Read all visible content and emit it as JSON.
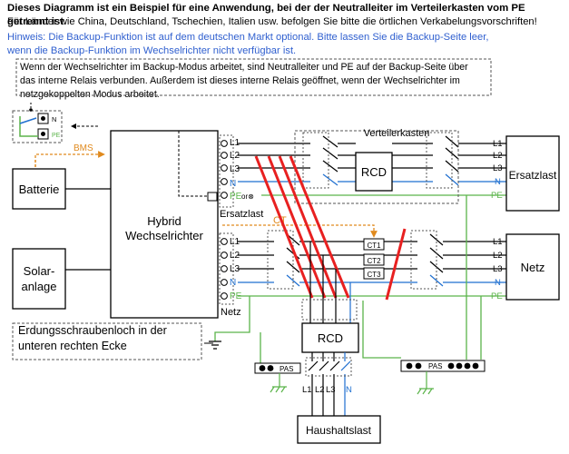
{
  "header": {
    "line1": "Dieses Diagramm ist ein Beispiel für eine Anwendung, bei der der Neutralleiter im Verteilerkasten vom PE getrennt ist.",
    "line2": "Für Länder wie China, Deutschland, Tschechien, Italien usw. befolgen Sie bitte die örtlichen Verkabelungsvorschriften!",
    "hint": "Hinweis: Die Backup-Funktion ist auf dem deutschen Markt optional. Bitte lassen Sie die Backup-Seite leer, wenn die Backup-Funktion im Wechselrichter nicht verfügbar ist."
  },
  "note": "Wenn der Wechselrichter im Backup-Modus arbeitet, sind Neutralleiter und PE auf der Backup-Seite über das interne Relais verbunden. Außerdem ist dieses interne Relais geöffnet, wenn der Wechselrichter im netzgekoppelten Modus arbeitet.",
  "relay": {
    "n": "N",
    "pe": "PE"
  },
  "labels": {
    "bms": "BMS",
    "ct": "CT",
    "battery": "Batterie",
    "solar_1": "Solar-",
    "solar_2": "anlage",
    "inverter_1": "Hybrid",
    "inverter_2": "Wechselrichter",
    "backup_port": "Ersatzlast",
    "grid_port": "Netz",
    "distribution_box": "Verteilerkasten",
    "rcd": "RCD",
    "backup_load": "Ersatzlast",
    "grid": "Netz",
    "household_load": "Haushaltslast",
    "pas": "PAS",
    "or_symbol": "or⊗",
    "ground_note": "Erdungsschraubenloch in der unteren rechten Ecke"
  },
  "terminals": {
    "backup": [
      "L1",
      "L2",
      "L3",
      "N",
      "PE"
    ],
    "grid": [
      "L1",
      "L2",
      "L3",
      "N",
      "PE"
    ],
    "household": [
      "L1",
      "L2",
      "L3",
      "N"
    ]
  },
  "ct": [
    "CT1",
    "CT2",
    "CT3"
  ],
  "colors": {
    "blue": "#1f6fd0",
    "green": "#5bb44a",
    "orange": "#e08a1e",
    "red": "#e82020",
    "hint_blue": "#2f5fcf"
  }
}
